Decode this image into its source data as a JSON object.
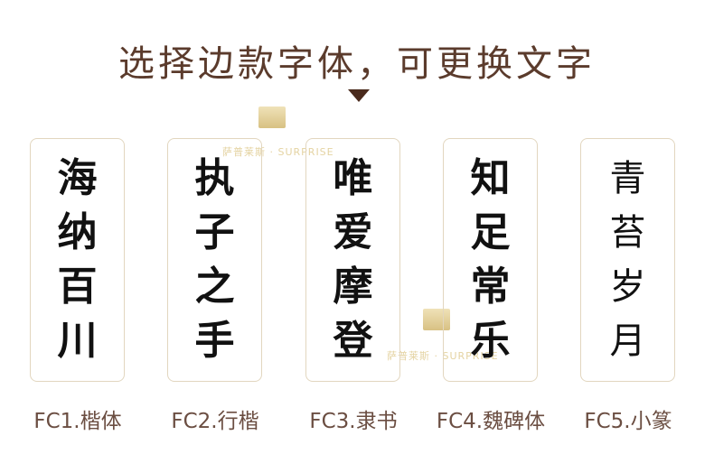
{
  "title": "选择边款字体，可更换文字",
  "watermark": "萨普莱斯 · SURPRISE",
  "cards": [
    {
      "chars": [
        "海",
        "纳",
        "百",
        "川"
      ],
      "label": "FC1.楷体"
    },
    {
      "chars": [
        "执",
        "子",
        "之",
        "手"
      ],
      "label": "FC2.行楷"
    },
    {
      "chars": [
        "唯",
        "爱",
        "摩",
        "登"
      ],
      "label": "FC3.隶书"
    },
    {
      "chars": [
        "知",
        "足",
        "常",
        "乐"
      ],
      "label": "FC4.魏碑体"
    },
    {
      "chars": [
        "青",
        "苔",
        "岁",
        "月"
      ],
      "label": "FC5.小篆"
    }
  ]
}
